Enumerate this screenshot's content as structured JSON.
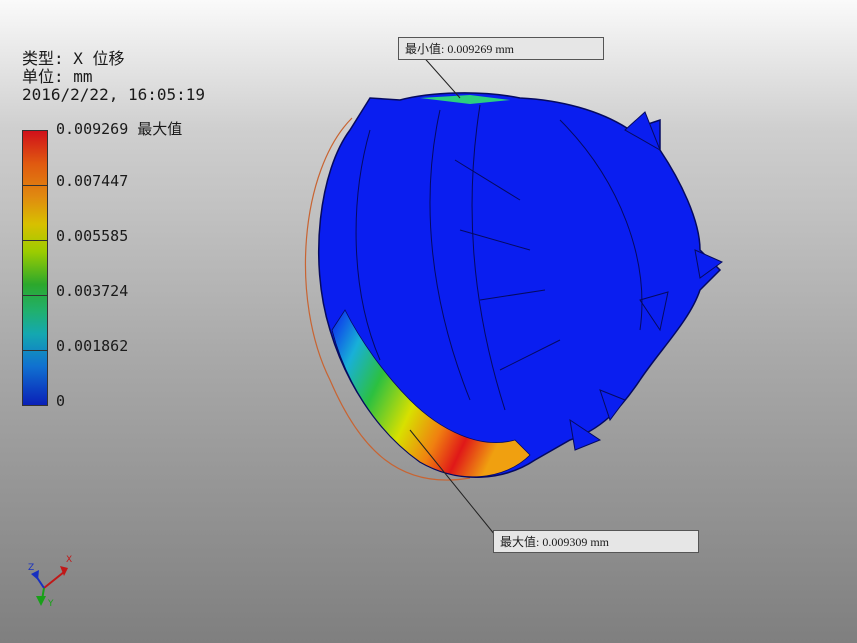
{
  "result_type_label": "类型: X 位移",
  "unit_label": "单位: mm",
  "timestamp": "2016/2/22, 16:05:19",
  "legend": {
    "labels": [
      "0.009269 最大值",
      "0.007447",
      "0.005585",
      "0.003724",
      "0.001862",
      "0"
    ]
  },
  "probes": {
    "min_label": "最小值: 0.009269 mm",
    "max_label": "最大值: 0.009309 mm"
  },
  "triad": {
    "x": "X",
    "y": "Y",
    "z": "Z"
  },
  "colors": {
    "model_blue": "#0a1ef0",
    "max_red": "#e01010",
    "wire_orange": "#c86432"
  }
}
